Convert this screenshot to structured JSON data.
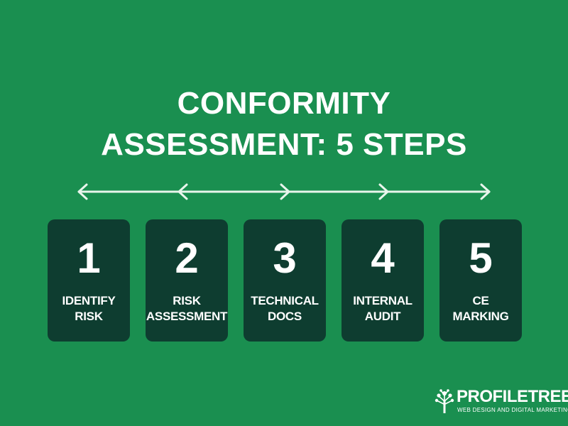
{
  "title": {
    "line1": "CONFORMITY",
    "line2": "ASSESSMENT: 5 STEPS"
  },
  "colors": {
    "background": "#1a8f50",
    "card": "#0e3d30",
    "text": "#ffffff",
    "arrow": "#e8f5ec"
  },
  "steps": [
    {
      "number": "1",
      "label_line1": "IDENTIFY",
      "label_line2": "RISK"
    },
    {
      "number": "2",
      "label_line1": "RISK",
      "label_line2": "ASSESSMENT"
    },
    {
      "number": "3",
      "label_line1": "TECHNICAL",
      "label_line2": "DOCS"
    },
    {
      "number": "4",
      "label_line1": "INTERNAL",
      "label_line2": "AUDIT"
    },
    {
      "number": "5",
      "label_line1": "CE",
      "label_line2": "MARKING"
    }
  ],
  "logo": {
    "name": "PROFILETREE",
    "tagline": "WEB DESIGN AND DIGITAL MARKETING",
    "icon": "tree-icon"
  }
}
